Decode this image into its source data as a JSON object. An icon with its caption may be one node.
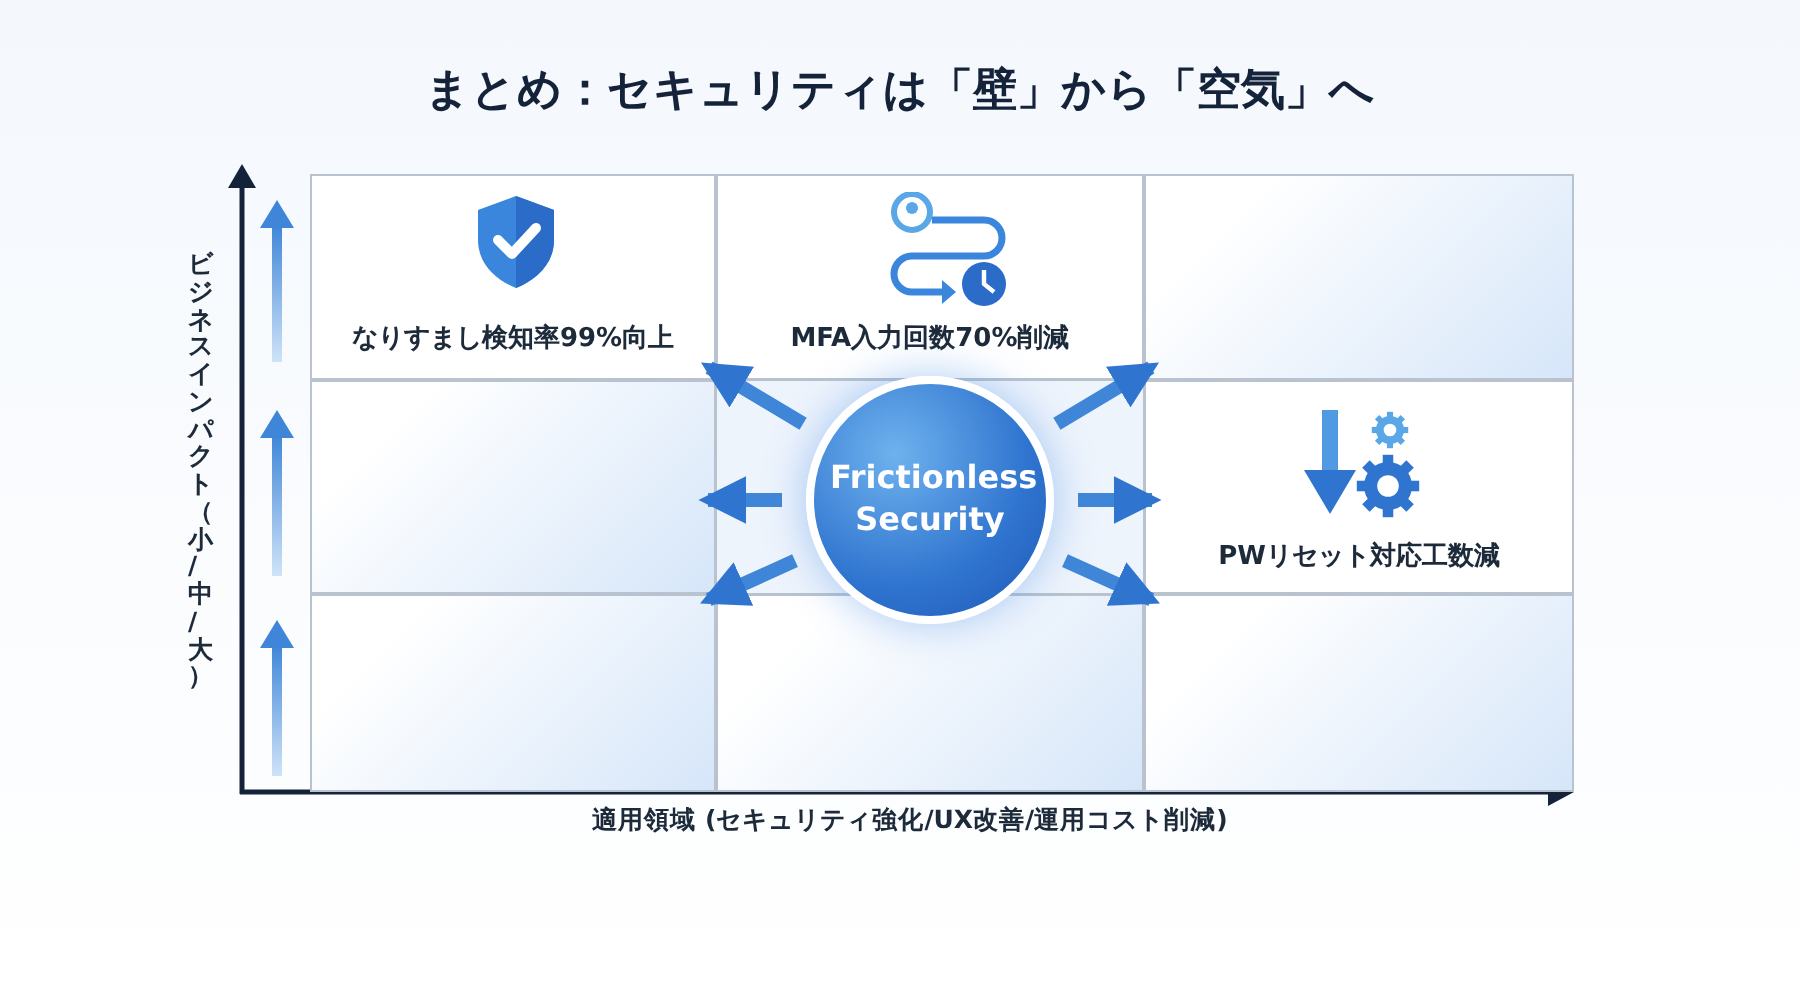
{
  "diagram": {
    "title": "まとめ：セキュリティは「壁」から「空気」へ",
    "nodes": [
      {
        "text": [
          "なりすまし検知率99%向上"
        ]
      },
      {
        "text": [
          "MFA入力回数70%削減"
        ]
      },
      {
        "text": [],
        "shape": "box"
      },
      {
        "text": [],
        "shape": "box"
      },
      {
        "text": [
          "Frictionless Security"
        ]
      },
      {
        "text": [
          "PWリセット対応工数減"
        ]
      },
      {
        "text": [],
        "shape": "box"
      },
      {
        "text": [],
        "shape": "box"
      },
      {
        "text": [],
        "shape": "box"
      }
    ],
    "edges": [
      {
        "from": 4,
        "to": 0,
        "arrow": "to"
      },
      {
        "from": 4,
        "to": 3,
        "arrow": "to"
      },
      {
        "from": 4,
        "to": 6,
        "arrow": "to"
      },
      {
        "from": 4,
        "to": 2,
        "arrow": "to"
      },
      {
        "from": 4,
        "to": 5,
        "arrow": "to"
      },
      {
        "from": 4,
        "to": 8,
        "arrow": "to"
      }
    ],
    "labels": [
      "ビジネスインパクト（小/中/大）",
      "適用領域 (セキュリティ強化/UX改善/運用コスト削減)"
    ]
  }
}
